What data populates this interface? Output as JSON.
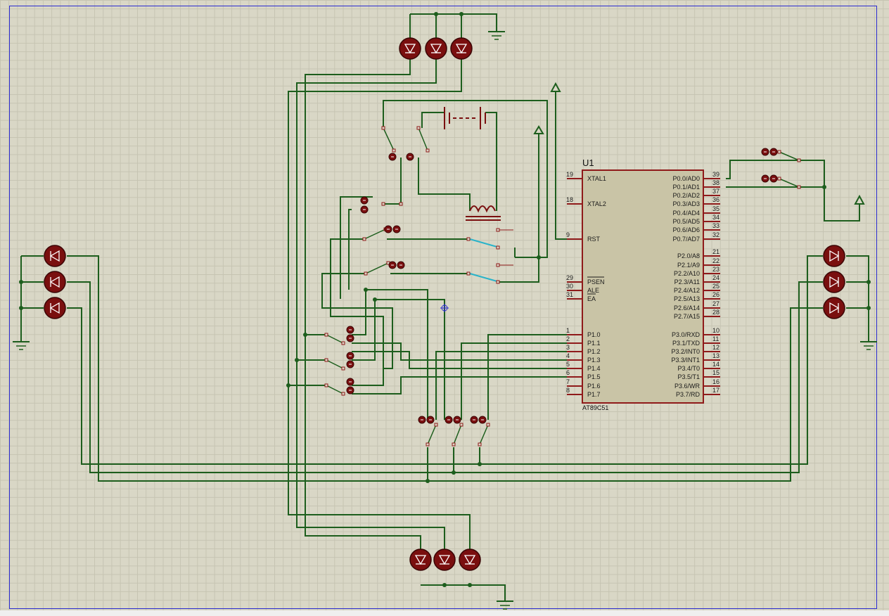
{
  "chip": {
    "designator": "U1",
    "part": "AT89C51",
    "left_pins": [
      {
        "num": "19",
        "name": "XTAL1"
      },
      {
        "num": "18",
        "name": "XTAL2"
      },
      {
        "num": "9",
        "name": "RST"
      },
      {
        "num": "29",
        "name": "PSEN"
      },
      {
        "num": "30",
        "name": "ALE"
      },
      {
        "num": "31",
        "name": "EA"
      },
      {
        "num": "1",
        "name": "P1.0"
      },
      {
        "num": "2",
        "name": "P1.1"
      },
      {
        "num": "3",
        "name": "P1.2"
      },
      {
        "num": "4",
        "name": "P1.3"
      },
      {
        "num": "5",
        "name": "P1.4"
      },
      {
        "num": "6",
        "name": "P1.5"
      },
      {
        "num": "7",
        "name": "P1.6"
      },
      {
        "num": "8",
        "name": "P1.7"
      }
    ],
    "right_pins": [
      {
        "num": "39",
        "name": "P0.0/AD0"
      },
      {
        "num": "38",
        "name": "P0.1/AD1"
      },
      {
        "num": "37",
        "name": "P0.2/AD2"
      },
      {
        "num": "36",
        "name": "P0.3/AD3"
      },
      {
        "num": "35",
        "name": "P0.4/AD4"
      },
      {
        "num": "34",
        "name": "P0.5/AD5"
      },
      {
        "num": "33",
        "name": "P0.6/AD6"
      },
      {
        "num": "32",
        "name": "P0.7/AD7"
      },
      {
        "num": "21",
        "name": "P2.0/A8"
      },
      {
        "num": "22",
        "name": "P2.1/A9"
      },
      {
        "num": "23",
        "name": "P2.2/A10"
      },
      {
        "num": "24",
        "name": "P2.3/A11"
      },
      {
        "num": "25",
        "name": "P2.4/A12"
      },
      {
        "num": "26",
        "name": "P2.5/A13"
      },
      {
        "num": "27",
        "name": "P2.6/A14"
      },
      {
        "num": "28",
        "name": "P2.7/A15"
      },
      {
        "num": "10",
        "name": "P3.0/RXD"
      },
      {
        "num": "11",
        "name": "P3.1/TXD"
      },
      {
        "num": "12",
        "name": "P3.2/INT0"
      },
      {
        "num": "13",
        "name": "P3.3/INT1"
      },
      {
        "num": "14",
        "name": "P3.4/T0"
      },
      {
        "num": "15",
        "name": "P3.5/T1"
      },
      {
        "num": "16",
        "name": "P3.6/WR"
      },
      {
        "num": "17",
        "name": "P3.7/RD"
      }
    ]
  },
  "colors": {
    "wire": "#1d5e1d",
    "chip_body": "#c9c4a6",
    "chip_outline": "#8f1a1a",
    "led_fill": "#7a0f0f",
    "grid": "#c6c4b2",
    "background": "#d9d7c6",
    "sheet_border": "#2b2bd0",
    "relay_contact": "#2ab3c9"
  },
  "components": {
    "led_groups": [
      "top-led-group",
      "left-led-group",
      "right-led-group",
      "bottom-led-group"
    ],
    "switch_count": 12,
    "battery": 1,
    "relay": 1,
    "power_terminals": 3,
    "grounds": 4
  }
}
